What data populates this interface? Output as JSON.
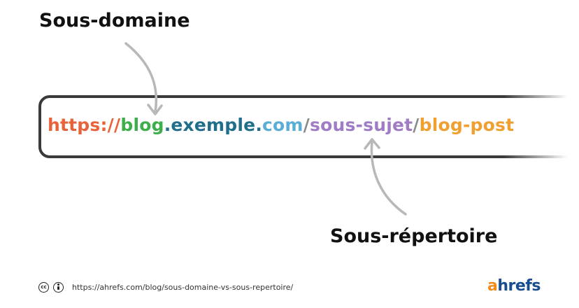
{
  "labels": {
    "subdomain": "Sous-domaine",
    "subdirectory": "Sous-répertoire"
  },
  "url_parts": [
    {
      "text": "https://",
      "color": "#e8633a"
    },
    {
      "text": "blog",
      "color": "#3cae4a"
    },
    {
      "text": ".",
      "color": "#1f6f8b"
    },
    {
      "text": "exemple",
      "color": "#1f6f8b"
    },
    {
      "text": ".",
      "color": "#1f6f8b"
    },
    {
      "text": "com",
      "color": "#5aaed6"
    },
    {
      "text": "/",
      "color": "#8a8a8a"
    },
    {
      "text": "sous-sujet",
      "color": "#a07cc5"
    },
    {
      "text": "/",
      "color": "#8a8a8a"
    },
    {
      "text": "blog-post",
      "color": "#f0a030"
    }
  ],
  "footer": {
    "cc_icon": "cc-icon",
    "by_icon": "attribution-icon",
    "url": "https://ahrefs.com/blog/sous-domaine-vs-sous-repertoire/"
  },
  "logo": {
    "first": "a",
    "rest": "hrefs",
    "first_color": "#f08c1e",
    "rest_color": "#1a4d8f"
  },
  "colors": {
    "arrow": "#b8b8b8",
    "frame": "#3a3a3a"
  }
}
